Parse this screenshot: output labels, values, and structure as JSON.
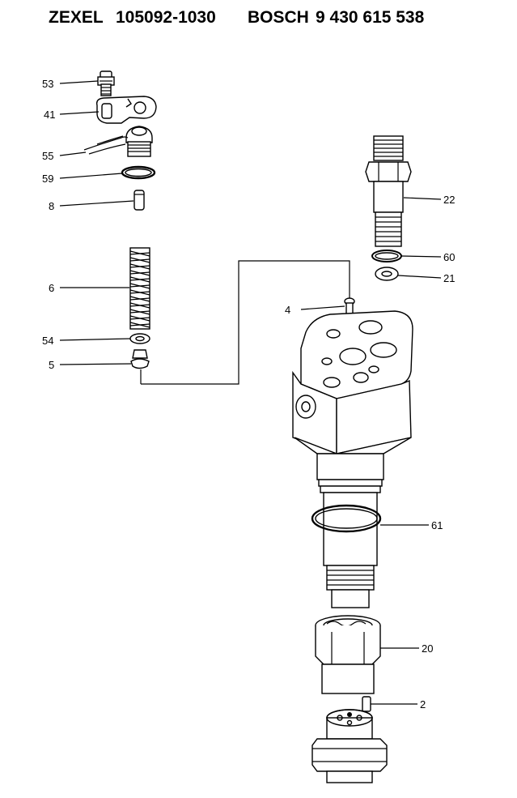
{
  "header": {
    "brand": "ZEXEL",
    "zexel_part_no": "105092-1030",
    "oem_brand": "BOSCH",
    "oem_part_no": "9 430 615 538"
  },
  "callouts": {
    "c53": "53",
    "c41": "41",
    "c55": "55",
    "c59": "59",
    "c8": "8",
    "c6": "6",
    "c54": "54",
    "c5": "5",
    "c4": "4",
    "c22": "22",
    "c60": "60",
    "c21": "21",
    "c61": "61",
    "c20": "20",
    "c2": "2"
  }
}
